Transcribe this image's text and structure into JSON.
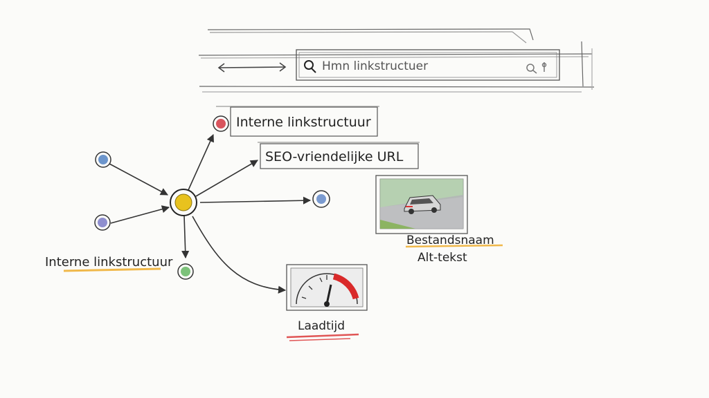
{
  "search_bar": {
    "query_text": "Hmn linkstructuer",
    "back_forward_icon": "double-arrow-icon",
    "search_icon": "magnifier-icon",
    "voice_icon": "magnifier-mic-icon"
  },
  "diagram": {
    "top_node_label": "Interne linkstructuur",
    "seo_url_label": "SEO-vriendelijke URL",
    "left_label": "Interne linkstructuur",
    "image_caption_1": "Bestandsnaam",
    "image_caption_2": "Alt-tekst",
    "gauge_caption": "Laadtijd"
  },
  "colors": {
    "hub": "#e8c21e",
    "top_node": "#d9555e",
    "left_node_upper": "#6c95cc",
    "left_node_lower": "#8f8fcf",
    "right_node": "#7b9bd0",
    "bottom_node": "#7cc27a",
    "underline_orange": "#f0b84a",
    "underline_red": "#e05555",
    "gauge_red": "#d92a2a"
  }
}
